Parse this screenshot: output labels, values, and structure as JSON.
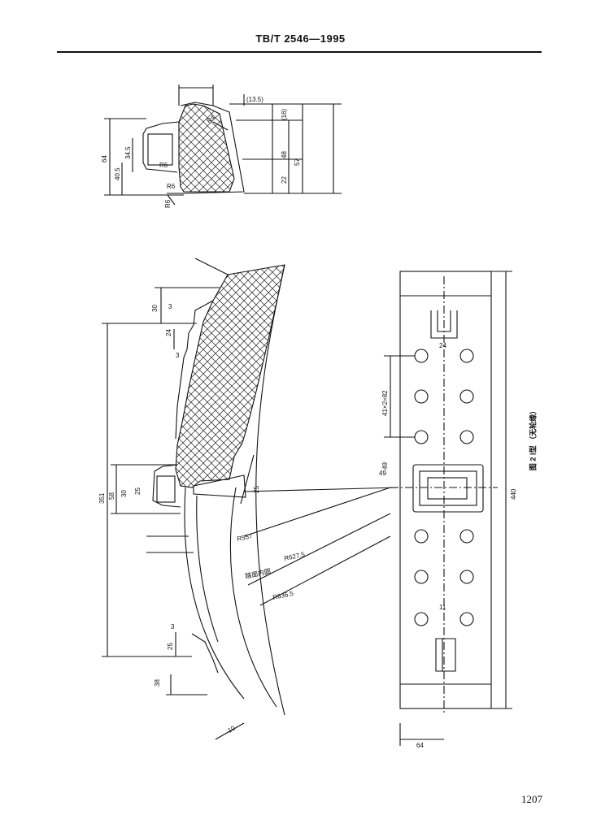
{
  "header": {
    "standard_code": "TB/T 2546—1995"
  },
  "figure": {
    "caption": "图 2  Ⅰ型 （无轮缘）",
    "top_section": {
      "dims": [
        "64",
        "40.5",
        "34.5",
        "48",
        "22",
        "57",
        "(16)",
        "(13.5)"
      ],
      "surface_marks": [
        "R4",
        "R6",
        "R6",
        "R6"
      ]
    },
    "main_profile": {
      "dims": [
        "30",
        "3",
        "24",
        "3",
        "351",
        "58",
        "30",
        "25",
        "25",
        "49",
        "3",
        "25",
        "38",
        "10"
      ],
      "radii": [
        "R557",
        "R627.5",
        "R636.5"
      ],
      "note": "踏面内圆"
    },
    "plan_view": {
      "dims": [
        "440",
        "49",
        "41×2=82",
        "24",
        "11",
        "64"
      ]
    }
  },
  "page_number": "1207"
}
